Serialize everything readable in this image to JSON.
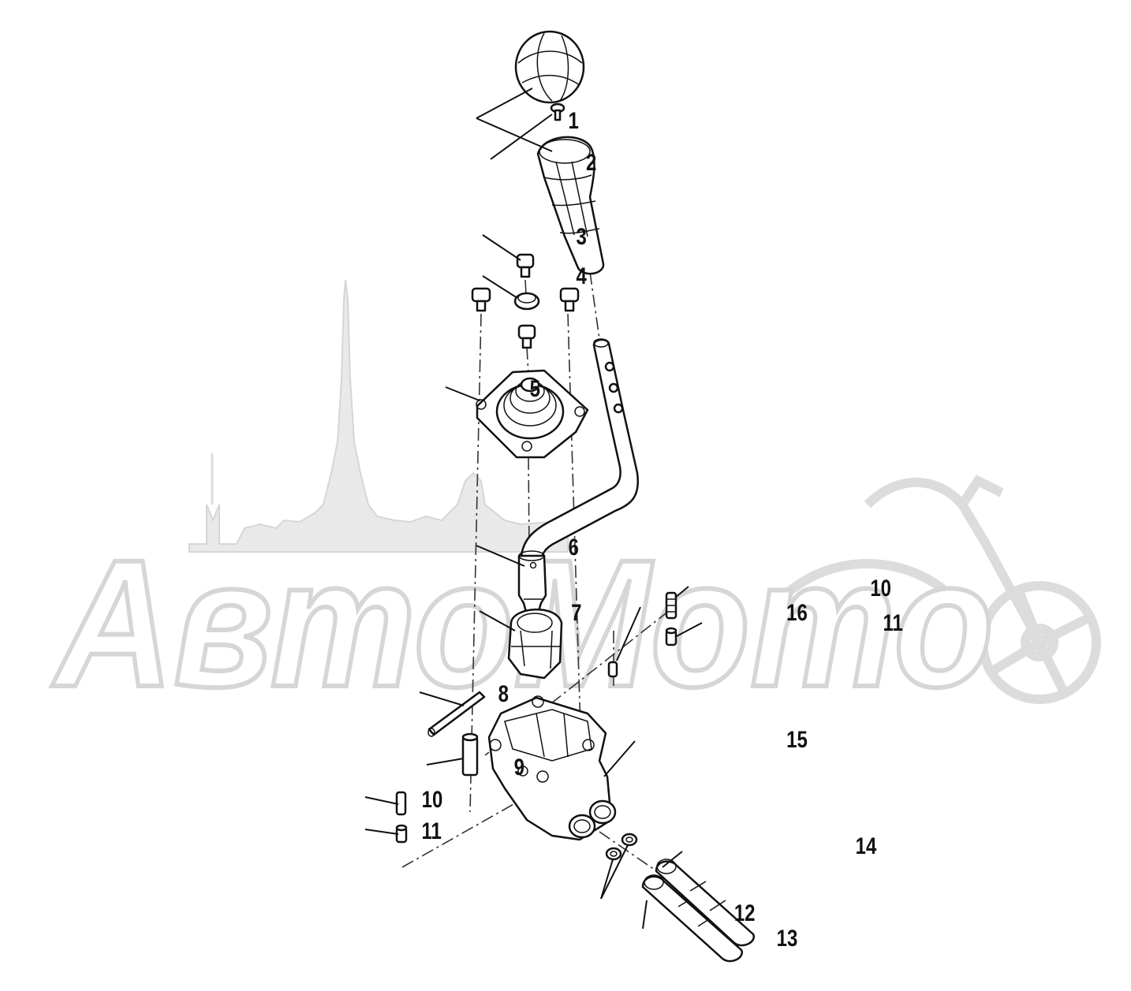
{
  "watermark": {
    "text": "АвтоМото",
    "color": "#d4d4d4"
  },
  "callouts": [
    {
      "id": "c1",
      "label": "1"
    },
    {
      "id": "c2",
      "label": "2"
    },
    {
      "id": "c3",
      "label": "3"
    },
    {
      "id": "c4",
      "label": "4"
    },
    {
      "id": "c5",
      "label": "5"
    },
    {
      "id": "c6",
      "label": "6"
    },
    {
      "id": "c7",
      "label": "7"
    },
    {
      "id": "c8",
      "label": "8"
    },
    {
      "id": "c9",
      "label": "9"
    },
    {
      "id": "c10a",
      "label": "10"
    },
    {
      "id": "c10b",
      "label": "10"
    },
    {
      "id": "c11a",
      "label": "11"
    },
    {
      "id": "c11b",
      "label": "11"
    },
    {
      "id": "c12",
      "label": "12"
    },
    {
      "id": "c13",
      "label": "13"
    },
    {
      "id": "c14",
      "label": "14"
    },
    {
      "id": "c15",
      "label": "15"
    },
    {
      "id": "c16",
      "label": "16"
    }
  ]
}
